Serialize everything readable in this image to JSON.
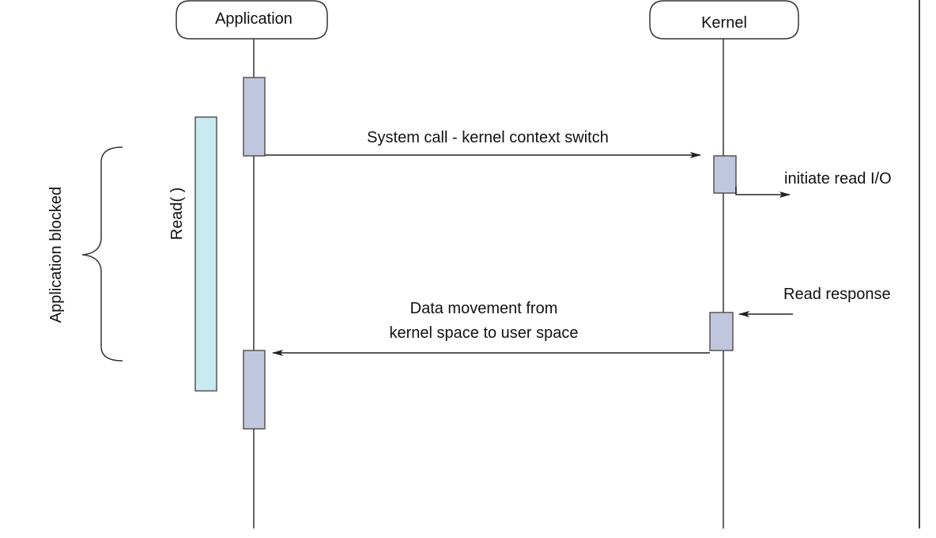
{
  "participants": {
    "application": "Application",
    "kernel": "Kernel"
  },
  "messages": {
    "system_call": "System call - kernel context switch",
    "initiate_read": "initiate read I/O",
    "read_response": "Read response",
    "data_movement_line1": "Data movement from",
    "data_movement_line2": "kernel space to user space"
  },
  "notes": {
    "read_call": "Read( )",
    "application_blocked": "Application blocked"
  },
  "colors": {
    "lifeline": "#666666",
    "activation_fill": "#c0c6dd",
    "activation_stroke": "#555555",
    "read_bar_fill": "#c8eaf0",
    "read_bar_stroke": "#555555",
    "arrow": "#222222",
    "page_border": "#000000"
  }
}
